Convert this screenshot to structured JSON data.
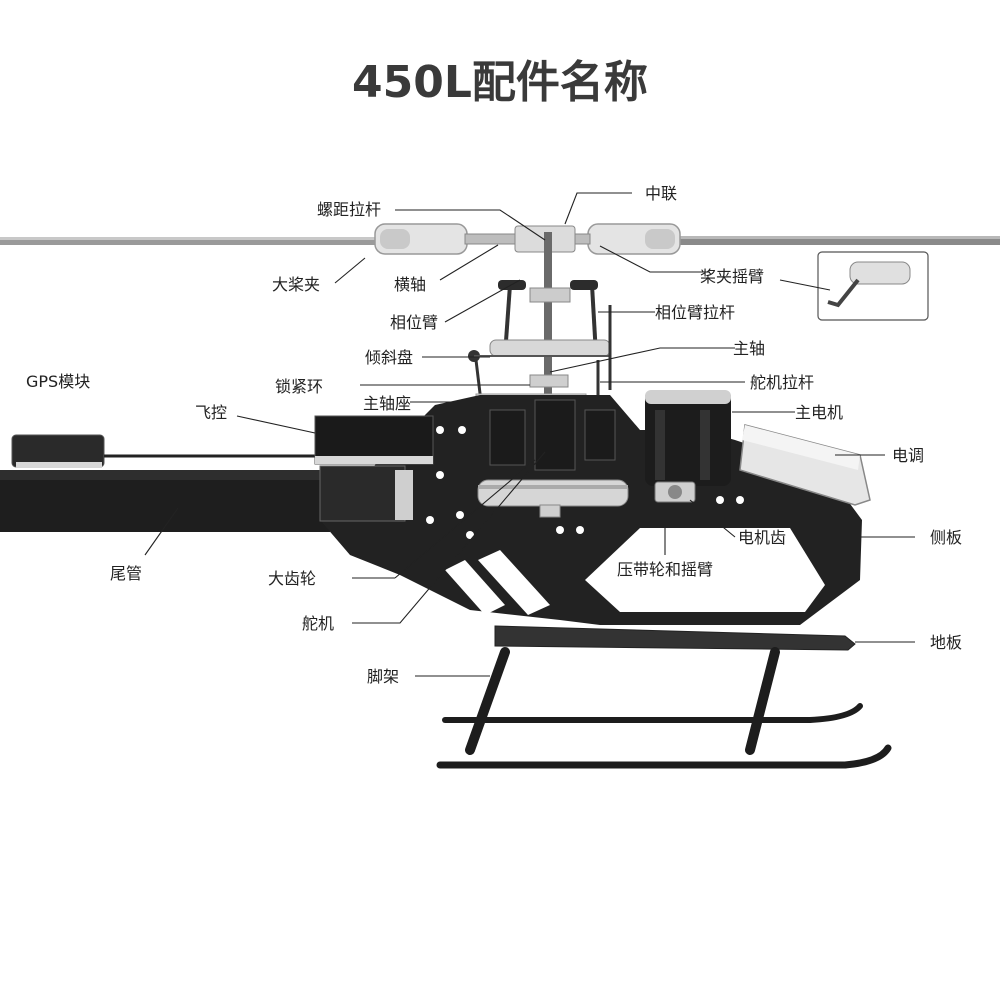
{
  "title": "450L配件名称",
  "labels": {
    "zhonglian": "中联",
    "luoju_lagan": "螺距拉杆",
    "dajiangjia": "大桨夹",
    "hengzhou": "横轴",
    "jiangjia_yaobi": "桨夹摇臂",
    "xiangweibi": "相位臂",
    "xiangweibi_lagan": "相位臂拉杆",
    "qingxiepan": "倾斜盘",
    "zhuzhou": "主轴",
    "gps": "GPS模块",
    "suojinhuan": "锁紧环",
    "duoji_lagan": "舵机拉杆",
    "feikong": "飞控",
    "zhuzhouzuo": "主轴座",
    "zhudianji": "主电机",
    "diantiao": "电调",
    "dianjichi": "电机齿",
    "cebanl": "侧板",
    "weiguan": "尾管",
    "yadailun": "压带轮和摇臂",
    "dachilun": "大齿轮",
    "duoji": "舵机",
    "diban": "地板",
    "jiaojia": "脚架"
  }
}
